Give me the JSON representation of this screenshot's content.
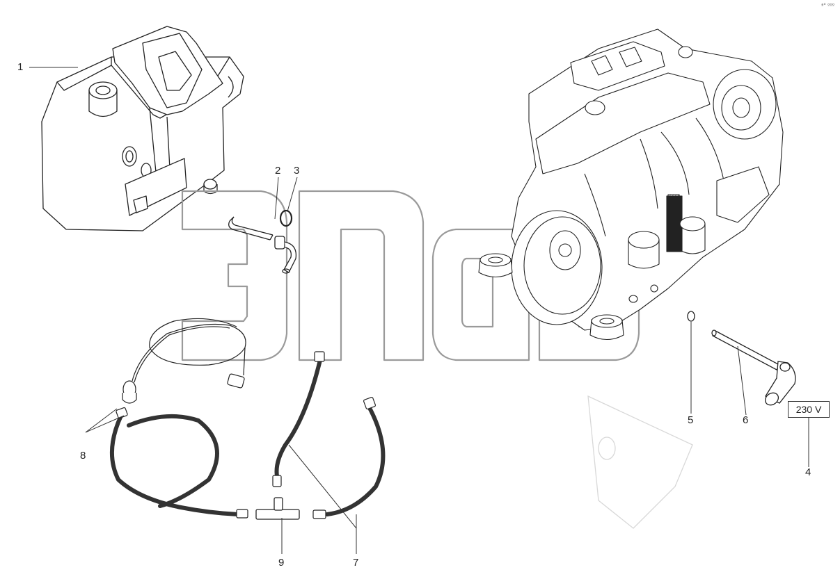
{
  "diagram": {
    "callouts": [
      "1",
      "2",
      "3",
      "4",
      "5",
      "6",
      "7",
      "8",
      "9"
    ],
    "voltage_label": "230 V",
    "corner_mark": "ª° ººº"
  },
  "watermark": {
    "color": "#9a9a9a"
  },
  "colors": {
    "line": "#222222",
    "hose": "#333333",
    "faint": "#d8d8d8"
  }
}
